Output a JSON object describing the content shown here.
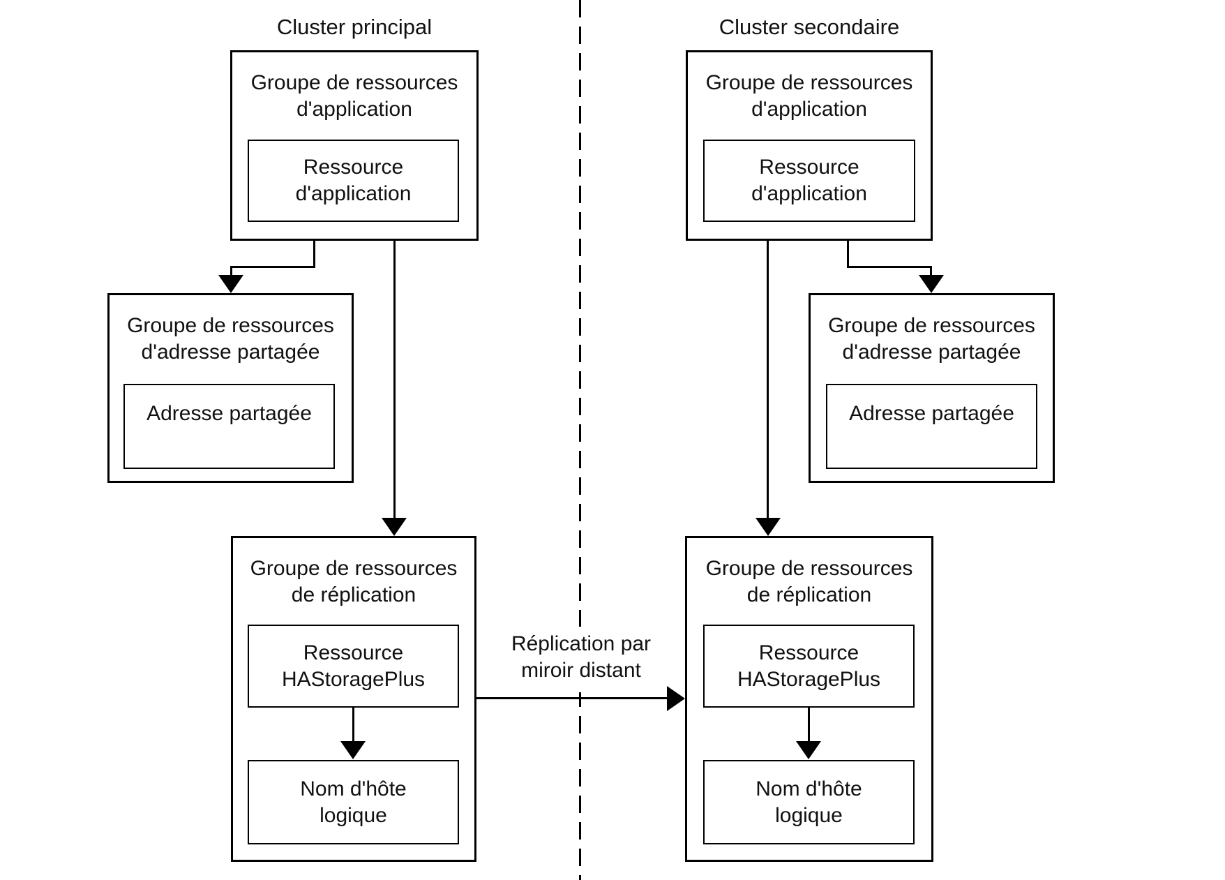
{
  "colors": {
    "line": "#000000",
    "text": "#111111",
    "background": "#ffffff"
  },
  "replication_link": {
    "label_line1": "Réplication par",
    "label_line2": "miroir distant"
  },
  "clusters": {
    "primary": {
      "title": "Cluster principal",
      "application_group": {
        "label_line1": "Groupe de ressources",
        "label_line2": "d'application",
        "resource": {
          "label_line1": "Ressource",
          "label_line2": "d'application"
        }
      },
      "shared_address_group": {
        "label_line1": "Groupe de ressources",
        "label_line2": "d'adresse partagée",
        "resource": {
          "label": "Adresse partagée"
        }
      },
      "replication_group": {
        "label_line1": "Groupe de ressources",
        "label_line2": "de réplication",
        "hastorageplus_resource": {
          "label_line1": "Ressource",
          "label_line2": "HAStoragePlus"
        },
        "logical_hostname_resource": {
          "label_line1": "Nom d'hôte",
          "label_line2": "logique"
        }
      }
    },
    "secondary": {
      "title": "Cluster secondaire",
      "application_group": {
        "label_line1": "Groupe de ressources",
        "label_line2": "d'application",
        "resource": {
          "label_line1": "Ressource",
          "label_line2": "d'application"
        }
      },
      "shared_address_group": {
        "label_line1": "Groupe de ressources",
        "label_line2": "d'adresse partagée",
        "resource": {
          "label": "Adresse partagée"
        }
      },
      "replication_group": {
        "label_line1": "Groupe de ressources",
        "label_line2": "de réplication",
        "hastorageplus_resource": {
          "label_line1": "Ressource",
          "label_line2": "HAStoragePlus"
        },
        "logical_hostname_resource": {
          "label_line1": "Nom d'hôte",
          "label_line2": "logique"
        }
      }
    }
  }
}
